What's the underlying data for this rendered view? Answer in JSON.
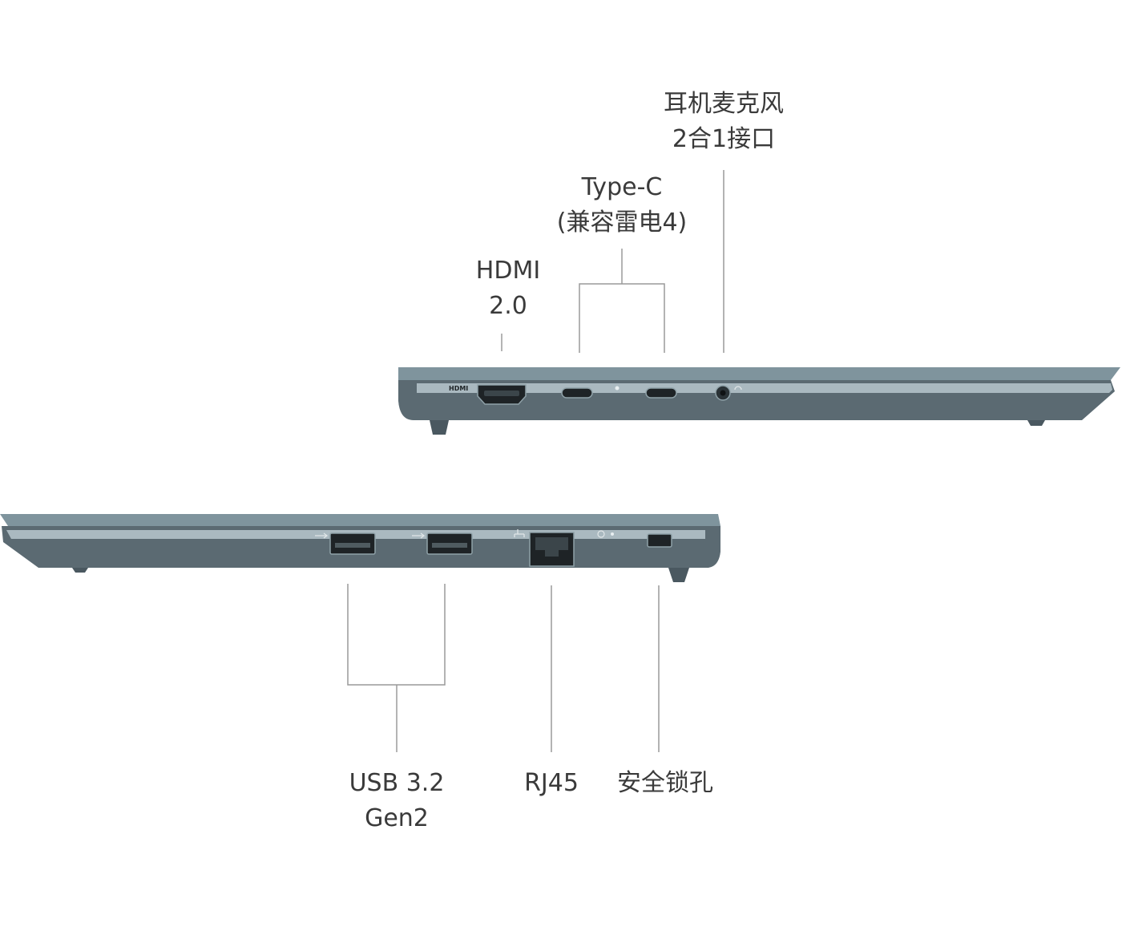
{
  "top_view": {
    "labels": {
      "hdmi": {
        "line1": "HDMI",
        "line2": "2.0"
      },
      "typec": {
        "line1": "Type-C",
        "line2": "(兼容雷电4)"
      },
      "audio": {
        "line1": "耳机麦克风",
        "line2": "2合1接口"
      }
    },
    "port_marking_hdmi": "HDMI"
  },
  "bottom_view": {
    "labels": {
      "usb": {
        "line1": "USB 3.2",
        "line2": "Gen2"
      },
      "rj45": {
        "line1": "RJ45"
      },
      "lock": {
        "line1": "安全锁孔"
      }
    }
  },
  "colors": {
    "body": "#5b6a72",
    "body_dark": "#4a5860",
    "lid": "#7f949d",
    "stripe": "#aab9c0",
    "port": "#1e2326",
    "leader_line": "#9a9a9a",
    "text": "#3a3a3a"
  }
}
